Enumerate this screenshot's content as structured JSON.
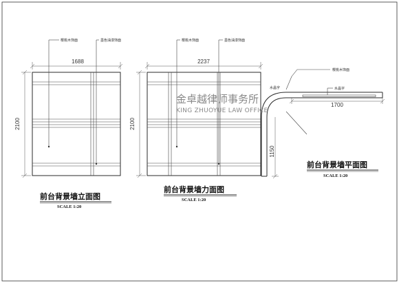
{
  "elevation": {
    "dim_width": "1688",
    "dim_height": "2100",
    "note_left": "樱桃木饰面",
    "note_right": "墨色油漆饰面",
    "title": "前台背景墙立面图",
    "scale": "SCALE 1:20"
  },
  "force_view": {
    "dim_width": "2237",
    "dim_height": "2100",
    "note_left": "樱桃木饰面",
    "note_right": "墨色油漆饰面",
    "title": "前台背景墙力面图",
    "scale": "SCALE 1:20"
  },
  "plan": {
    "dim_width": "1700",
    "dim_depth": "1150",
    "note_top": "樱桃木饰面",
    "note_mid": "水晶字",
    "note_side": "水晶字",
    "title": "前台背景墙平面图",
    "scale": "SCALE 1:20"
  },
  "watermark": {
    "cn": "金卓越律师事务所",
    "en": "KING ZHUOYUE LAW OFFICE"
  }
}
